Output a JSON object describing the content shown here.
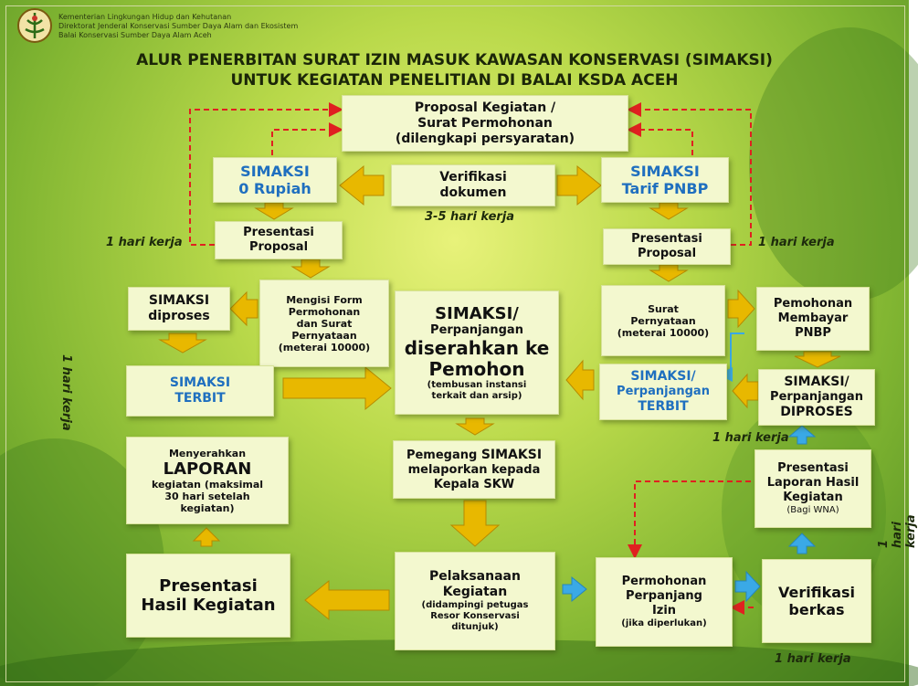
{
  "header": {
    "org_line1": "Kementerian Lingkungan Hidup dan Kehutanan",
    "org_line2": "Direktorat Jenderal Konservasi Sumber Daya Alam dan Ekosistem",
    "org_line3": "Balai Konservasi Sumber Daya Alam Aceh",
    "logo_icon": "ministry-emblem-icon"
  },
  "title": {
    "line1": "ALUR PENERBITAN SURAT IZIN MASUK KAWASAN KONSERVASI (SIMAKSI)",
    "line2": "UNTUK KEGIATAN PENELITIAN DI BALAI KSDA ACEH"
  },
  "colors": {
    "box_fill": "#f3f8cf",
    "arrow_yellow": "#e8b800",
    "arrow_blue": "#3aa9e6",
    "dashed_red": "#e02020",
    "text_blue": "#1f6fbf"
  },
  "boxes": {
    "proposal": {
      "l1": "Proposal Kegiatan /",
      "l2": "Surat Permohonan",
      "l3": "(dilengkapi persyaratan)"
    },
    "verifikasi": {
      "l1": "Verifikasi",
      "l2": "dokumen"
    },
    "simaksi0": {
      "l1": "SIMAKSI",
      "l2": "0 Rupiah"
    },
    "simaksi_pnbp": {
      "l1": "SIMAKSI",
      "l2": "Tarif PNBP"
    },
    "presentasi_left": {
      "l1": "Presentasi",
      "l2": "Proposal"
    },
    "presentasi_right": {
      "l1": "Presentasi",
      "l2": "Proposal"
    },
    "form": {
      "l1": "Mengisi Form",
      "l2": "Permohonan",
      "l3": "dan Surat",
      "l4": "Pernyataan",
      "l5": "(meterai 10000)"
    },
    "diproses": {
      "l1": "SIMAKSI",
      "l2": "diproses"
    },
    "terbit_left": {
      "l1": "SIMAKSI",
      "l2": "TERBIT"
    },
    "serah": {
      "l1": "SIMAKSI/",
      "l2": "Perpanjangan",
      "l3": "diserahkan ke",
      "l4": "Pemohon",
      "l5": "(tembusan instansi",
      "l6": "terkait dan arsip)"
    },
    "surat": {
      "l1": "Surat",
      "l2": "Pernyataan",
      "l3": "(meterai 10000)"
    },
    "bayar": {
      "l1": "Pemohonan",
      "l2": "Membayar",
      "l3": "PNBP"
    },
    "terbit_right": {
      "l1": "SIMAKSI/",
      "l2": "Perpanjangan",
      "l3": "TERBIT"
    },
    "diproses_right": {
      "l1": "SIMAKSI/",
      "l2": "Perpanjangan",
      "l3": "DIPROSES"
    },
    "laporan": {
      "l1": "Menyerahkan",
      "l2": "LAPORAN",
      "l3": "kegiatan (maksimal",
      "l4": "30 hari setelah",
      "l5": "kegiatan)"
    },
    "pemegang": {
      "l1": "Pemegang ",
      "l1b": "SIMAKSI",
      "l2": "melaporkan kepada",
      "l3": "Kepala SKW"
    },
    "presentasi_laporan": {
      "l1": "Presentasi",
      "l2": "Laporan Hasil",
      "l3": "Kegiatan",
      "l4": "(Bagi WNA)"
    },
    "presentasi_hasil": {
      "l1": "Presentasi",
      "l2": "Hasil Kegiatan"
    },
    "pelaksanaan": {
      "l1": "Pelaksanaan",
      "l2": "Kegiatan",
      "l3": "(didampingi  petugas",
      "l4": "Resor Konservasi",
      "l5": "ditunjuk)"
    },
    "perpanjang": {
      "l1": "Permohonan",
      "l2": "Perpanjang",
      "l3": "Izin",
      "l4": "(jika diperlukan)"
    },
    "verif_berkas": {
      "l1": "Verifikasi",
      "l2": "berkas"
    }
  },
  "notes": {
    "hari_3_5": "3-5 hari kerja",
    "hari_left": "1 hari kerja",
    "hari_right": "1 hari kerja",
    "hari_vertical_left": "1 hari kerja",
    "hari_mid_right": "1 hari kerja",
    "hari_vertical_right": "1 hari kerja",
    "hari_bottom": "1 hari kerja"
  }
}
